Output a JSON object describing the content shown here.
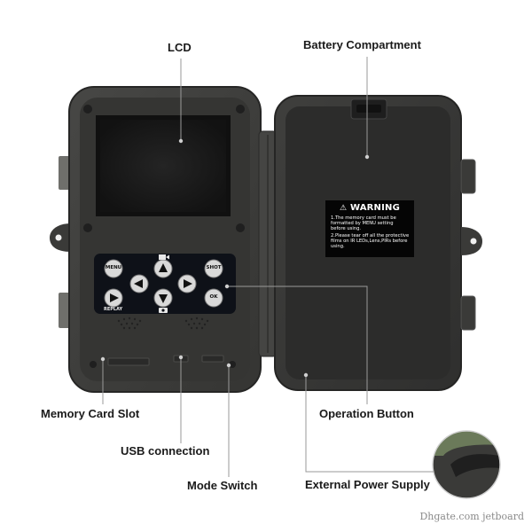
{
  "labels": {
    "lcd": "LCD",
    "battery": "Battery Compartment",
    "memory_card": "Memory Card Slot",
    "usb": "USB connection",
    "mode_switch": "Mode Switch",
    "operation_button": "Operation Button",
    "external_power": "External Power Supply"
  },
  "warning": {
    "title": "WARNING",
    "line1": "1.The memory card must be",
    "line2": "formatted by MENU setting",
    "line3": "before using.",
    "line4": "2.Please tear off all the protective",
    "line5": "films on IR LEDs,Lens,PIRs before",
    "line6": "using."
  },
  "keypad": {
    "menu": "MENU",
    "shot": "SHOT",
    "ok": "OK",
    "replay": "REPLAY"
  },
  "watermark": "Dhgate.com  jetboard",
  "icons": [
    "warning-icon",
    "arrow-up-icon",
    "arrow-down-icon",
    "arrow-left-icon",
    "arrow-right-icon",
    "play-icon",
    "video-camera-icon",
    "photo-camera-icon"
  ],
  "colors": {
    "case": "#3c3c3a",
    "inner": "#2b2b2a",
    "lcd": "#1a1a1a",
    "keypad": "#0e1118",
    "callout": "#9a9a9a"
  }
}
